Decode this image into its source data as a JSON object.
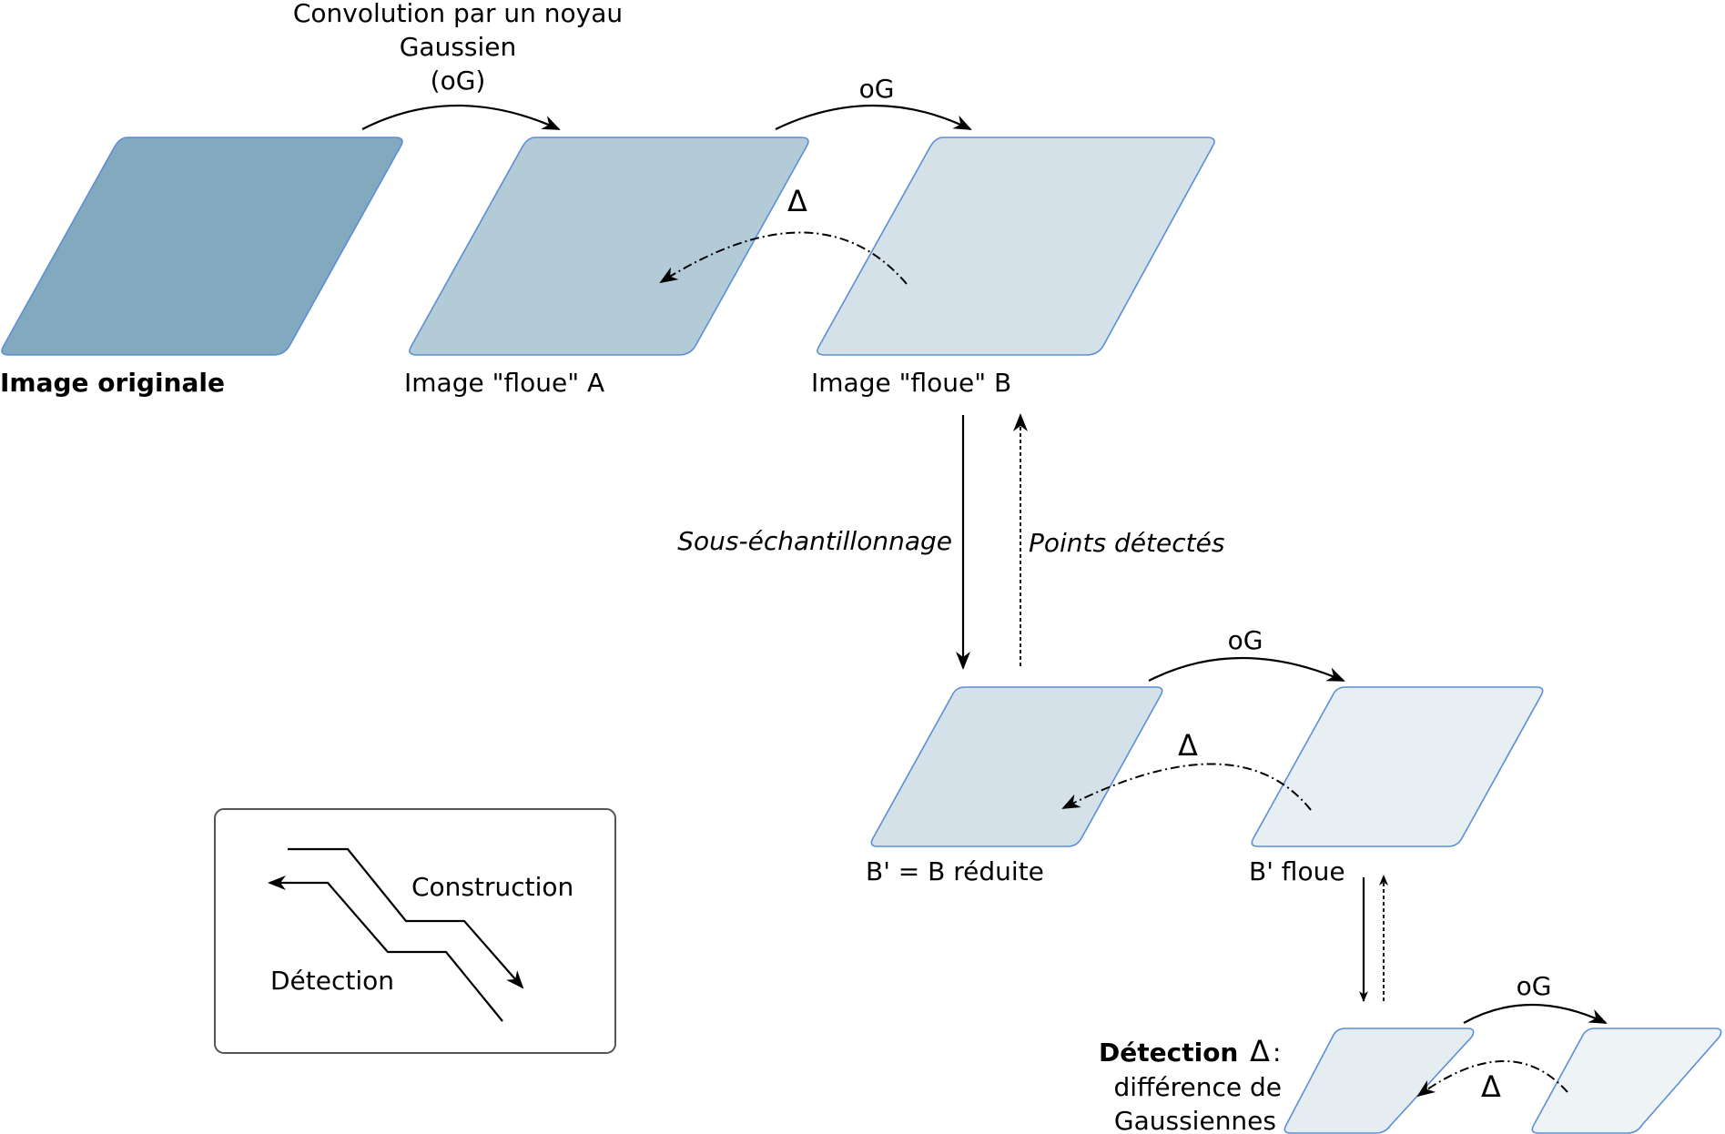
{
  "labels": {
    "convolution": [
      "Convolution par un noyau",
      "Gaussien",
      "(oG)"
    ],
    "og": "oG",
    "delta": "Δ",
    "image_originale": "Image originale",
    "image_floue_a": "Image \"floue\" A",
    "image_floue_b": "Image \"floue\" B",
    "sous_echantillonnage": "Sous-échantillonnage",
    "points_detectes": "Points détectés",
    "b_reduite": "B' = B réduite",
    "b_floue": "B' floue",
    "detection_title": "Détection",
    "detection_colon": ":",
    "detection_line2": "différence de",
    "detection_line3": "Gaussiennes"
  },
  "legend": {
    "construction": "Construction",
    "detection": "Détection"
  },
  "colors": {
    "original": "#82a9bd",
    "floue_a": "#b3cbd7",
    "floue_b": "#d4e1e8",
    "b_reduite": "#d4e1e8",
    "b_floue": "#e8eff3",
    "level3_a": "#e5edf1",
    "level3_b": "#eef3f6",
    "outline": "#5b8ed6"
  }
}
